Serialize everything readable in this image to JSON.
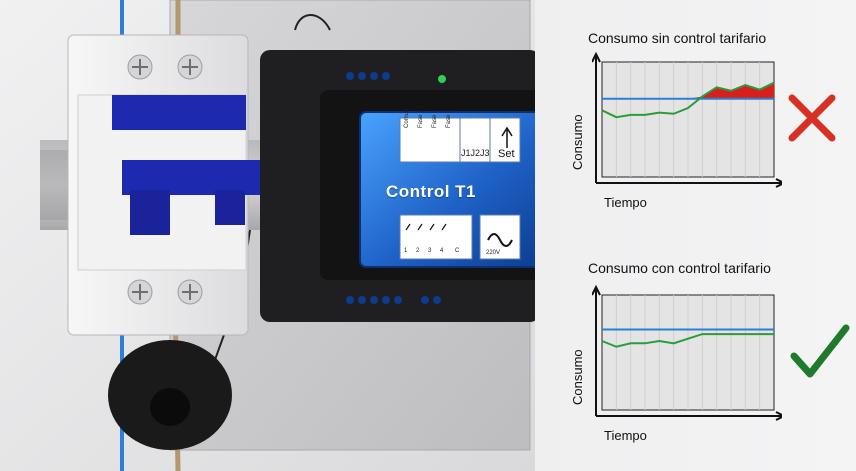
{
  "device": {
    "name": "Control T1",
    "terminals_top": [
      "Comun",
      "Fase 1",
      "Fase 2",
      "Fase 3"
    ],
    "jumpers": "J1J2J3",
    "set_label": "Set",
    "terminals_bottom": [
      "1",
      "2",
      "3",
      "4",
      "C"
    ],
    "supply_label": "220V"
  },
  "colors": {
    "threshold": "#2a7fd4",
    "consumption": "#2a9d3a",
    "excess": "#d81e1e",
    "fail_mark": "#d83024",
    "ok_mark": "#1f7a2c",
    "device_blue": "#1f62c7"
  },
  "charts": {
    "top": {
      "title": "Consumo sin control tarifario",
      "xlabel": "Tiempo",
      "ylabel": "Consumo",
      "status_icon": "cross-icon"
    },
    "bottom": {
      "title": "Consumo con control tarifario",
      "xlabel": "Tiempo",
      "ylabel": "Consumo",
      "status_icon": "check-icon"
    }
  },
  "chart_data": [
    {
      "type": "line",
      "title": "Consumo sin control tarifario",
      "xlabel": "Tiempo",
      "ylabel": "Consumo",
      "x": [
        0,
        1,
        2,
        3,
        4,
        5,
        6,
        7,
        8,
        9,
        10,
        11,
        12
      ],
      "series": [
        {
          "values": [
            58,
            52,
            54,
            54,
            56,
            55,
            60,
            70,
            78,
            75,
            80,
            76,
            82
          ]
        },
        {
          "values": [
            68,
            68,
            68,
            68,
            68,
            68,
            68,
            68,
            68,
            68,
            68,
            68,
            68
          ]
        }
      ],
      "ylim": [
        0,
        100
      ],
      "grid": true,
      "annotation": "area above threshold filled red"
    },
    {
      "type": "line",
      "title": "Consumo con control tarifario",
      "xlabel": "Tiempo",
      "ylabel": "Consumo",
      "x": [
        0,
        1,
        2,
        3,
        4,
        5,
        6,
        7,
        8,
        9,
        10,
        11,
        12
      ],
      "series": [
        {
          "values": [
            60,
            55,
            58,
            58,
            60,
            58,
            62,
            66,
            66,
            66,
            66,
            66,
            66
          ]
        },
        {
          "values": [
            70,
            70,
            70,
            70,
            70,
            70,
            70,
            70,
            70,
            70,
            70,
            70,
            70
          ]
        }
      ],
      "ylim": [
        0,
        100
      ],
      "grid": true
    }
  ]
}
